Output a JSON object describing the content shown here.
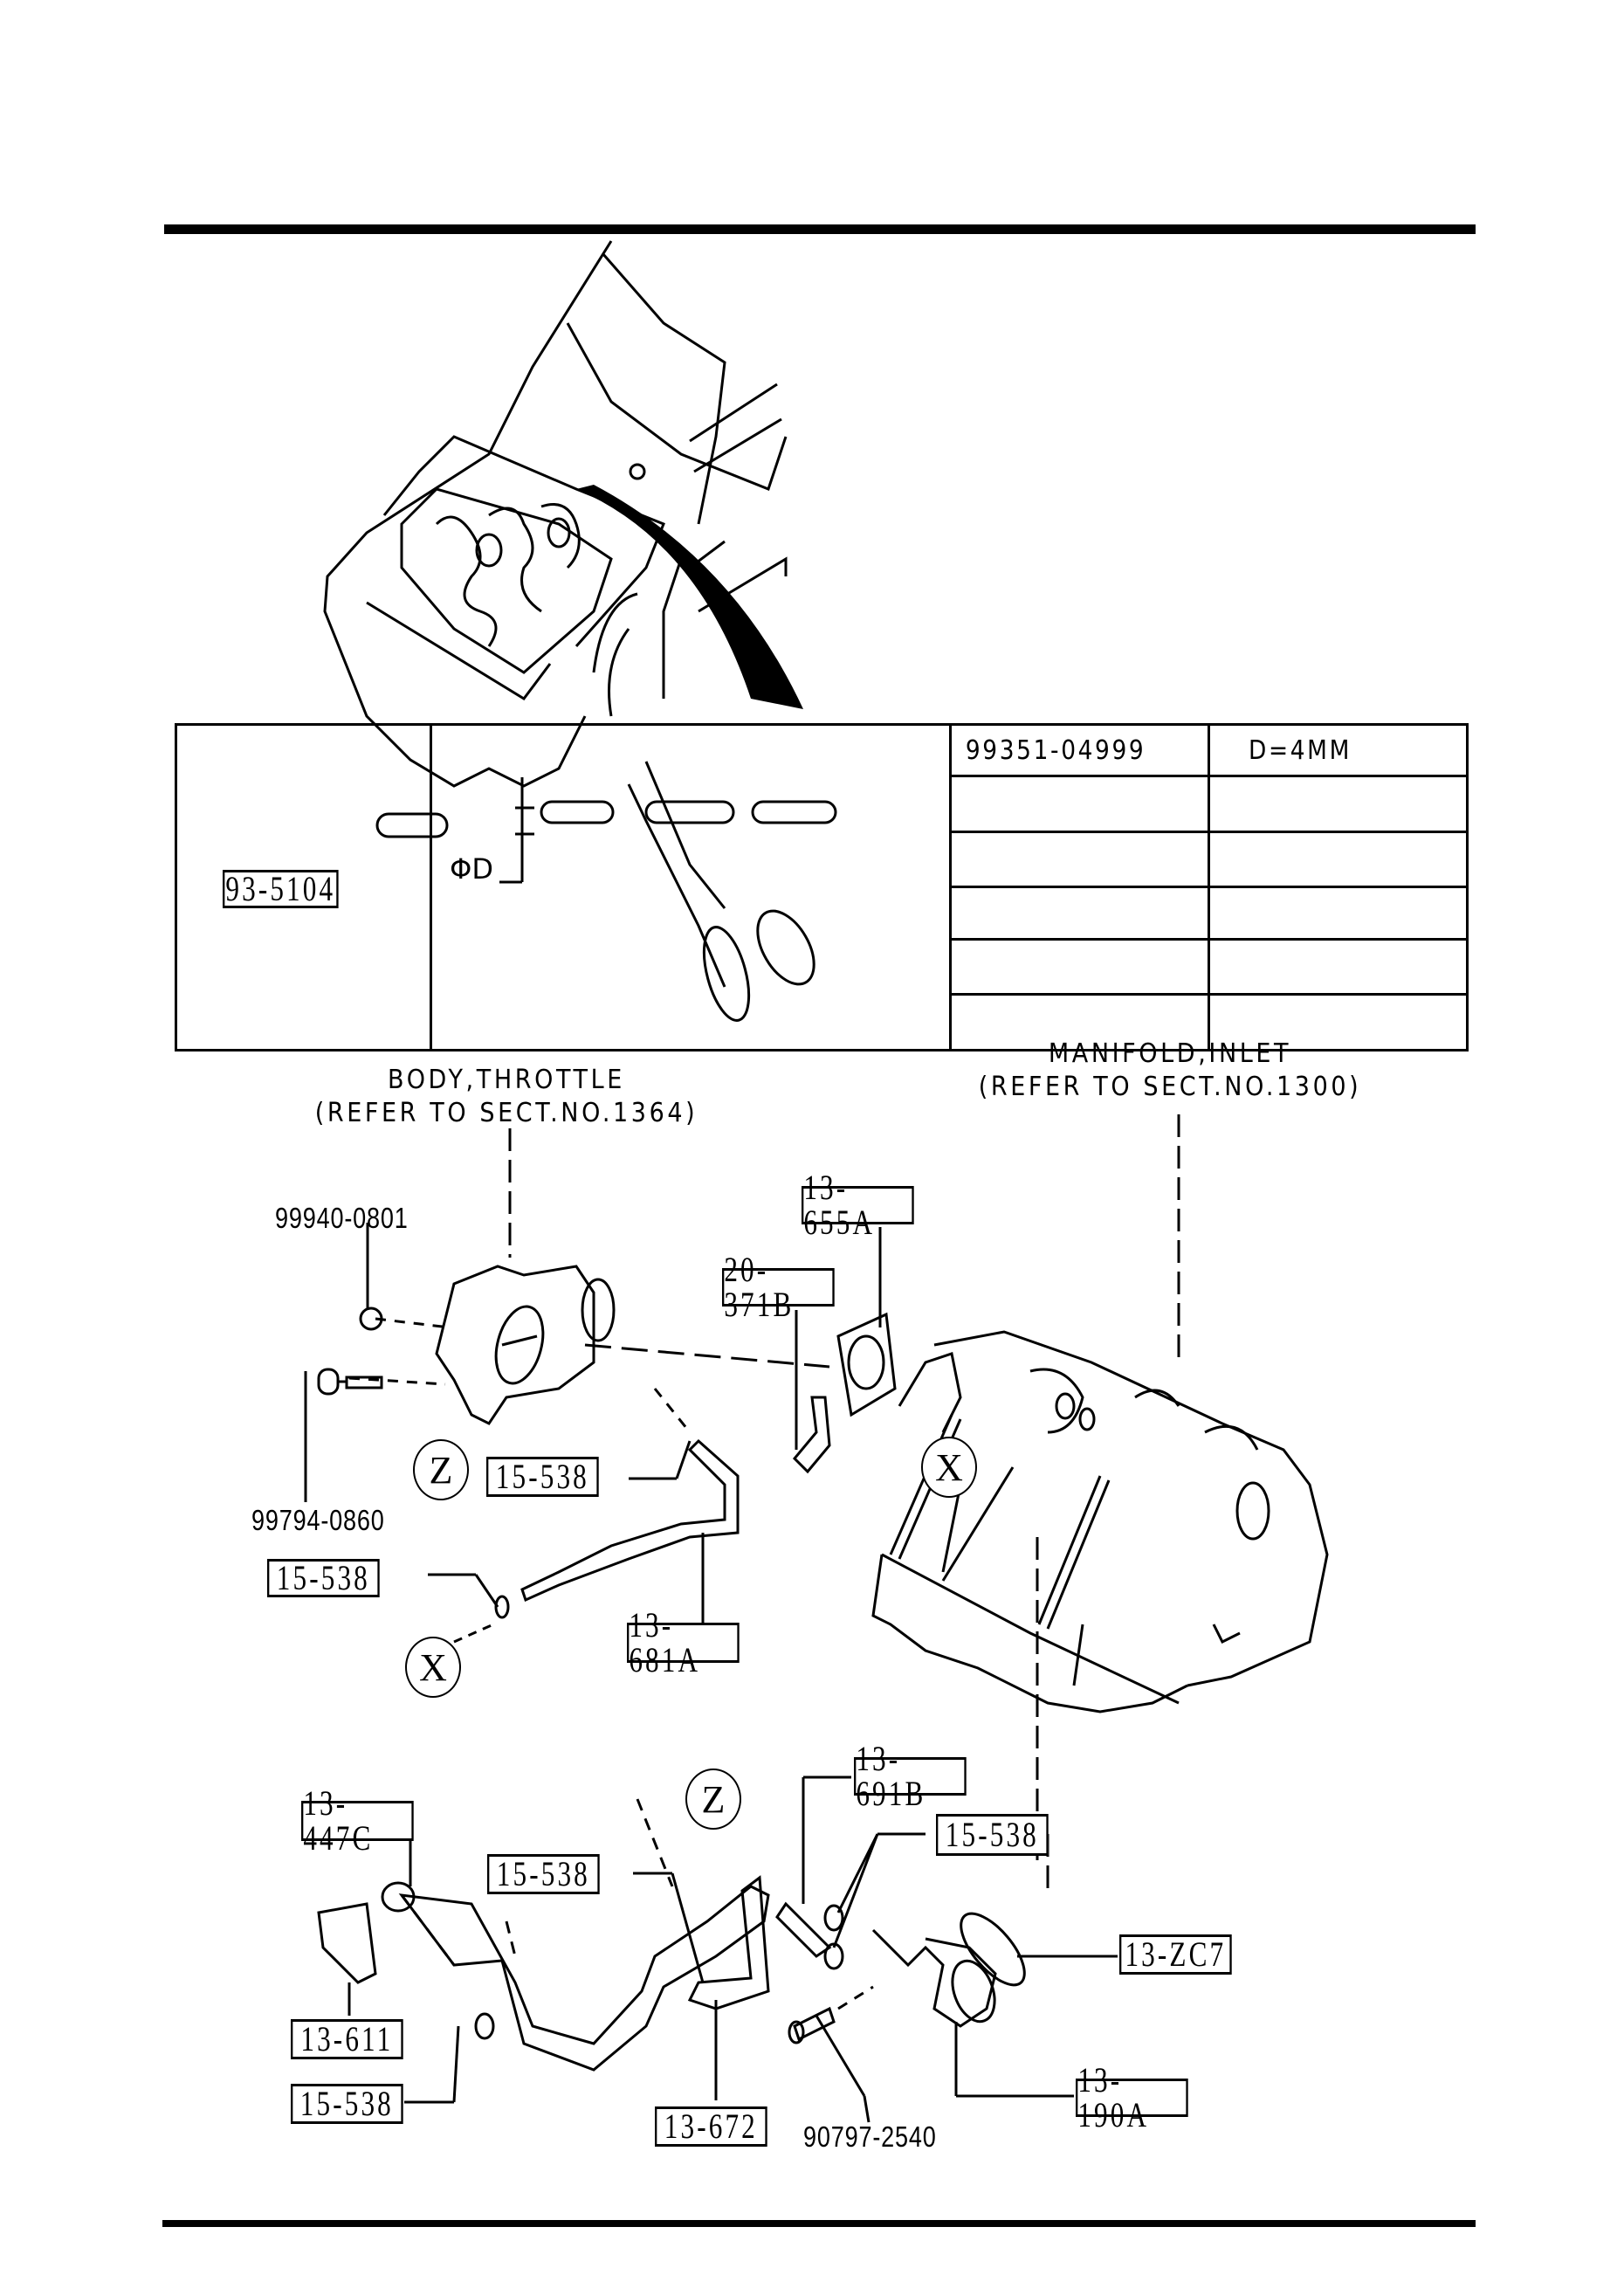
{
  "page": {
    "type": "parts catalog illustration"
  },
  "spec_table": {
    "part_code": "93-5104",
    "tool_number": "99351-04999",
    "dimension": "D=4MM",
    "diameter_label": "ΦD",
    "empty_rows": 5
  },
  "references": {
    "throttle_body": {
      "name": "BODY,THROTTLE",
      "ref": "(REFER TO SECT.NO.1364)"
    },
    "inlet_manifold": {
      "name": "MANIFOLD,INLET",
      "ref": "(REFER TO SECT.NO.1300)"
    }
  },
  "part_numbers": {
    "nut": "99940-0801",
    "bolt_throttle": "99794-0860",
    "bolt_lower": "90797-2540"
  },
  "part_labels": {
    "gasket": "13-655A",
    "pipe": "20-371B",
    "clamp_upper": "15-538",
    "clamp_left": "15-538",
    "hose_upper": "13-681A",
    "hose_691": "13-691B",
    "clamp_right": "15-538",
    "bracket_nut": "13-447C",
    "clamp_mid": "15-538",
    "gasket_zc7": "13-ZC7",
    "bracket": "13-611",
    "clamp_lower": "15-538",
    "hose_672": "13-672",
    "housing": "13-190A"
  },
  "callouts": {
    "x": "X",
    "z": "Z"
  }
}
